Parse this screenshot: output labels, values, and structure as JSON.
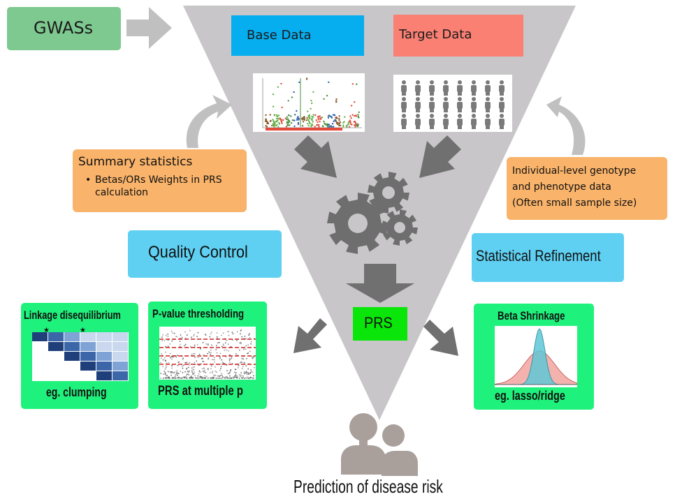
{
  "inputs": {
    "gwas_label": "GWASs",
    "base_label": "Base Data",
    "target_label": "Target Data"
  },
  "summary": {
    "title": "Summary statistics",
    "bullet_line1": "Betas/ORs Weights in PRS",
    "bullet_line2": "calculation"
  },
  "individual": {
    "line1": "Individual-level genotype",
    "line2": "and phenotype data",
    "line3": "(Often small sample size)"
  },
  "methods": {
    "quality_control": "Quality Control",
    "statistical_refinement": "Statistical Refinement"
  },
  "panels": {
    "ld_title": "Linkage disequilibrium",
    "ld_caption": "eg. clumping",
    "pvalue_title": "P-value thresholding",
    "pvalue_caption": "PRS at multiple p",
    "beta_title": "Beta Shrinkage",
    "beta_caption": "eg. lasso/ridge"
  },
  "center": {
    "prs_label": "PRS"
  },
  "output": {
    "prediction_label": "Prediction of disease risk"
  },
  "colors": {
    "triangle": "#c8c6c8",
    "arrow": "#bdbdbd",
    "dark_arrow": "#707070",
    "gear": "#6e6e6e",
    "gwas_green": "#7ec98f",
    "base_blue": "#06aef0",
    "target_red": "#f98073",
    "orange": "#f9b36a",
    "light_blue": "#5fd0f2",
    "panel_green": "#1ff27c",
    "prs_green": "#0ae60a",
    "person": "#a9a09c"
  }
}
